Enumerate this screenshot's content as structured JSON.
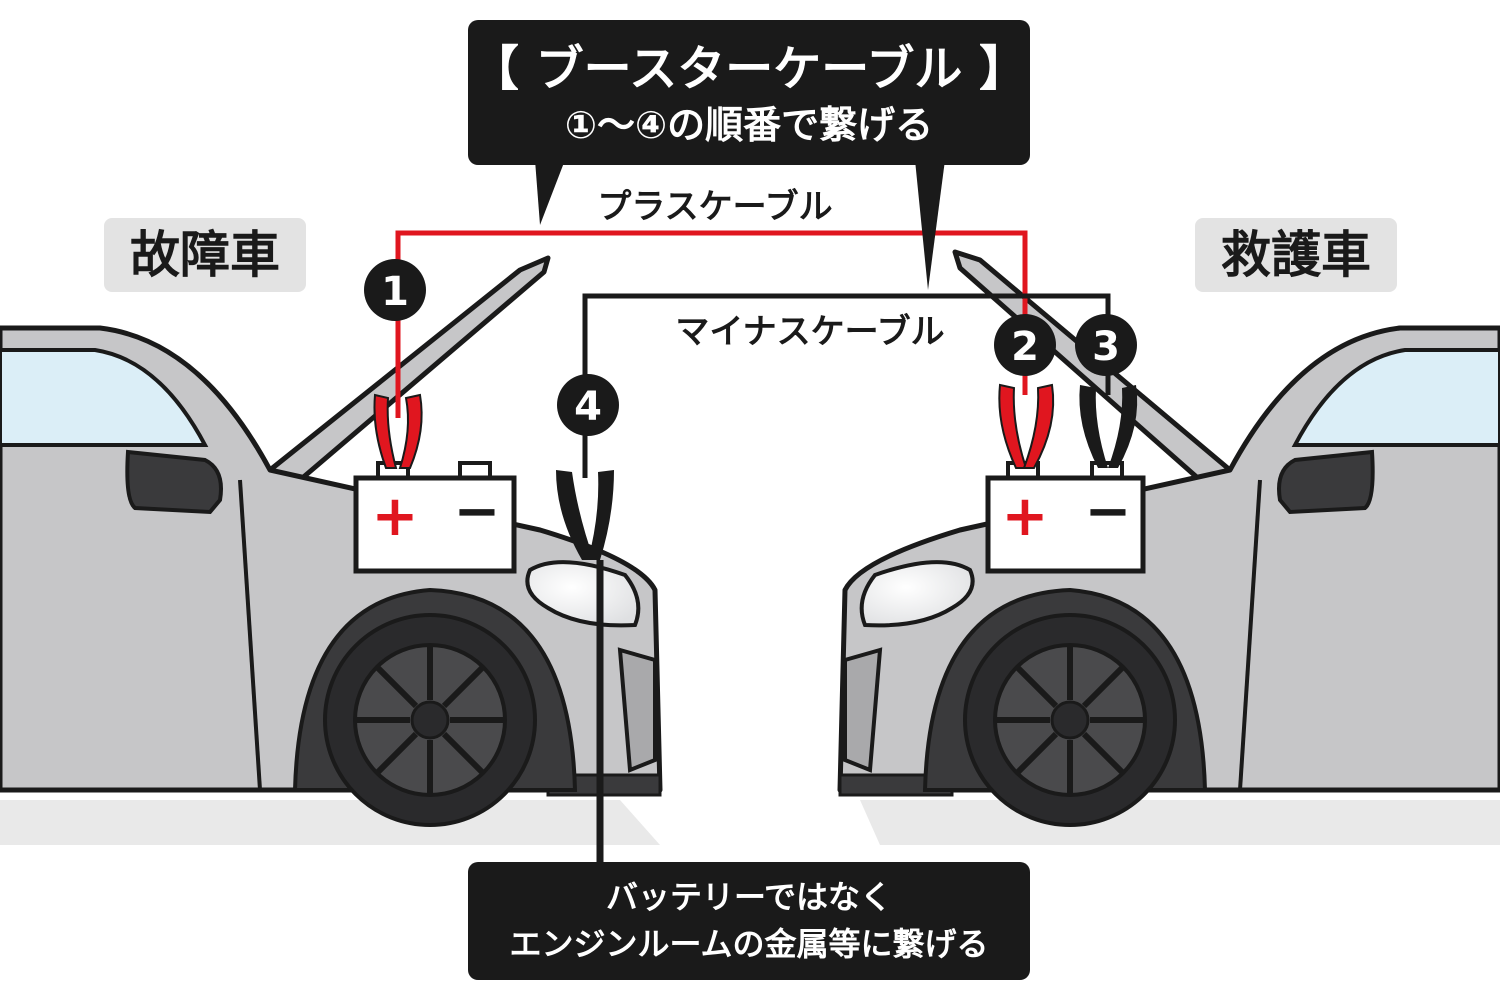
{
  "title_box": {
    "line1": "【 ブースターケーブル 】",
    "line2": "①〜④の順番で繋げる"
  },
  "left_car_label": "故障車",
  "right_car_label": "救護車",
  "plus_cable_label": "プラスケーブル",
  "minus_cable_label": "マイナスケーブル",
  "steps": [
    "1",
    "2",
    "3",
    "4"
  ],
  "battery_terminals": {
    "plus": "+",
    "minus": "−"
  },
  "note_box": {
    "line1": "バッテリーではなく",
    "line2": "エンジンルームの金属等に繋げる"
  },
  "colors": {
    "plus_cable": "#e0161f",
    "minus_cable": "#1a1a1a",
    "car_body": "#c6c6c8",
    "car_dark": "#3a3a3c",
    "label_bg": "#e3e3e3",
    "callout_bg": "#1a1a1a",
    "ground": "#e9e9e9"
  }
}
